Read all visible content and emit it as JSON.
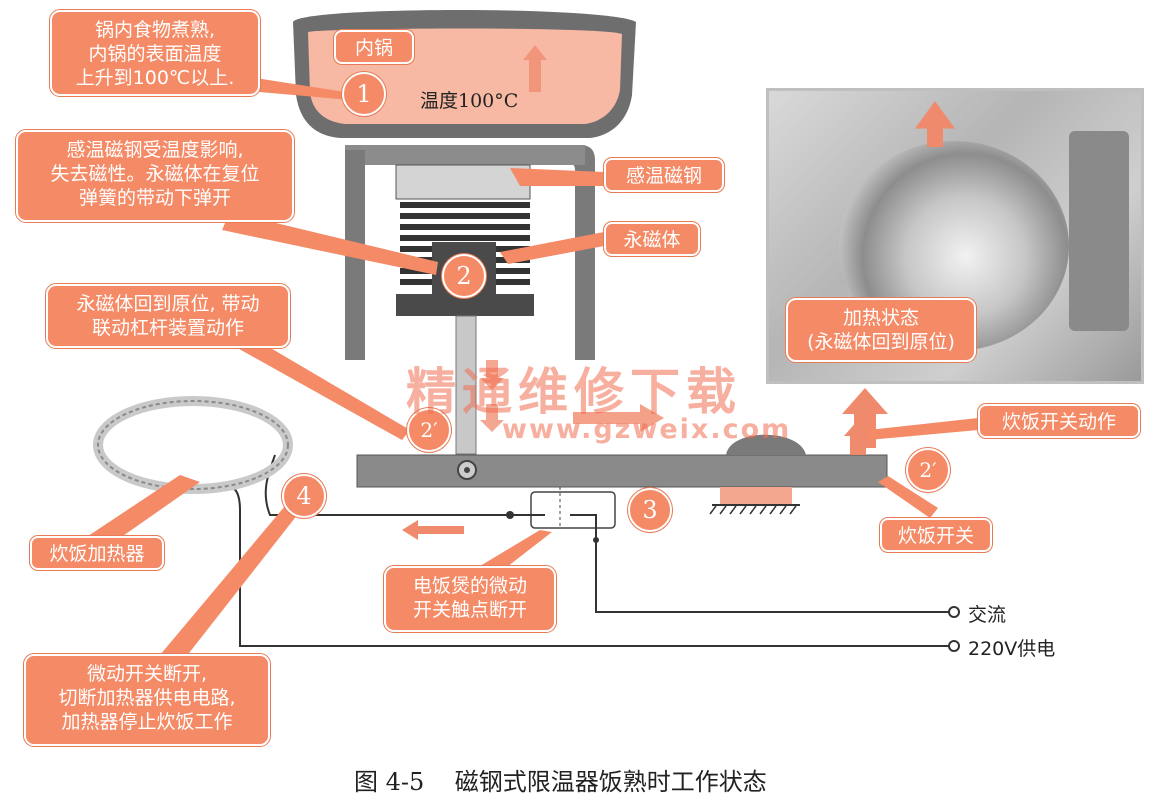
{
  "labels": {
    "inner_pot": "内锅",
    "temperature": "温度100°C",
    "sensing_magnet": "感温磁钢",
    "permanent_magnet": "永磁体",
    "rice_switch_action": "炊饭开关动作",
    "rice_switch": "炊饭开关",
    "heater": "炊饭加热器",
    "ac": "交流",
    "supply": "220V供电"
  },
  "steps": {
    "s1": "1",
    "s2": "2",
    "s2p_left": "2′",
    "s2p_right": "2′",
    "s3": "3",
    "s4": "4"
  },
  "callouts": {
    "c1_line1": "锅内食物煮熟,",
    "c1_line2": "内锅的表面温度",
    "c1_line3": "上升到100℃以上.",
    "c2_line1": "感温磁钢受温度影响,",
    "c2_line2": "失去磁性。永磁体在复位",
    "c2_line3": "弹簧的带动下弹开",
    "c3_line1": "永磁体回到原位, 带动",
    "c3_line2": "联动杠杆装置动作",
    "c4_line1": "电饭煲的微动",
    "c4_line2": "开关触点断开",
    "c5_line1": "微动开关断开,",
    "c5_line2": "切断加热器供电电路,",
    "c5_line3": "加热器停止炊饭工作",
    "photo_line1": "加热状态",
    "photo_line2": "(永磁体回到原位)"
  },
  "watermark": {
    "cn": "精通维修下载",
    "url": "www.gzweix.com"
  },
  "caption": "图 4-5    磁钢式限温器饭熟时工作状态",
  "colors": {
    "callout": "#f48a66",
    "pot_fill": "#f7b9a3",
    "metal": "#6b6b6b",
    "dark": "#3a3a3a"
  }
}
